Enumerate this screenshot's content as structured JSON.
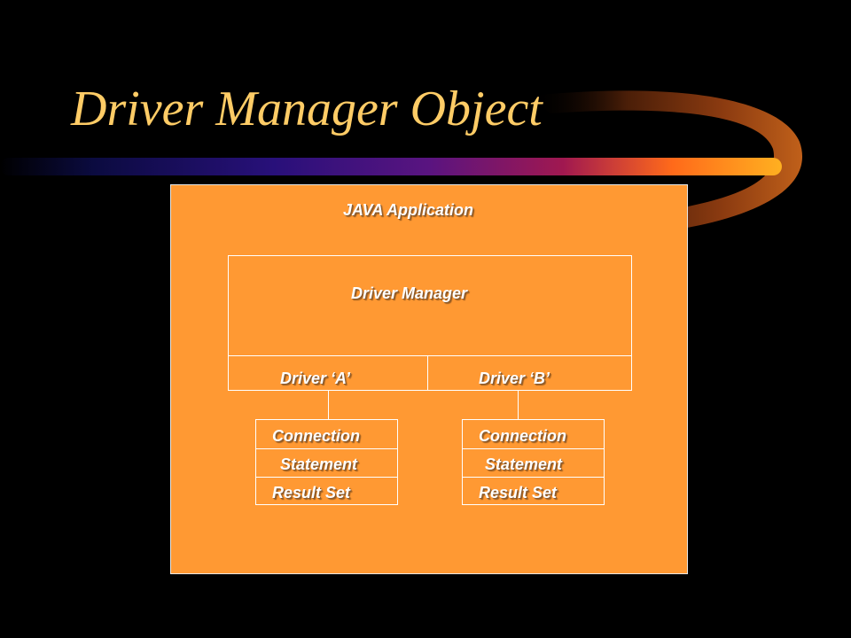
{
  "slide": {
    "title": "Driver Manager Object"
  },
  "diagram": {
    "app_label": "JAVA Application",
    "manager_label": "Driver Manager",
    "driver_a_label": "Driver ‘A’",
    "driver_b_label": "Driver ‘B’",
    "stack_a": {
      "connection_label": "Connection",
      "statement_label": "Statement",
      "result_set_label": "Result Set"
    },
    "stack_b": {
      "connection_label": "Connection",
      "statement_label": "Statement",
      "result_set_label": "Result Set"
    }
  },
  "colors": {
    "background": "#000000",
    "title": "#FFCC66",
    "box_fill": "#FF9933",
    "line": "#FFFFFF"
  }
}
